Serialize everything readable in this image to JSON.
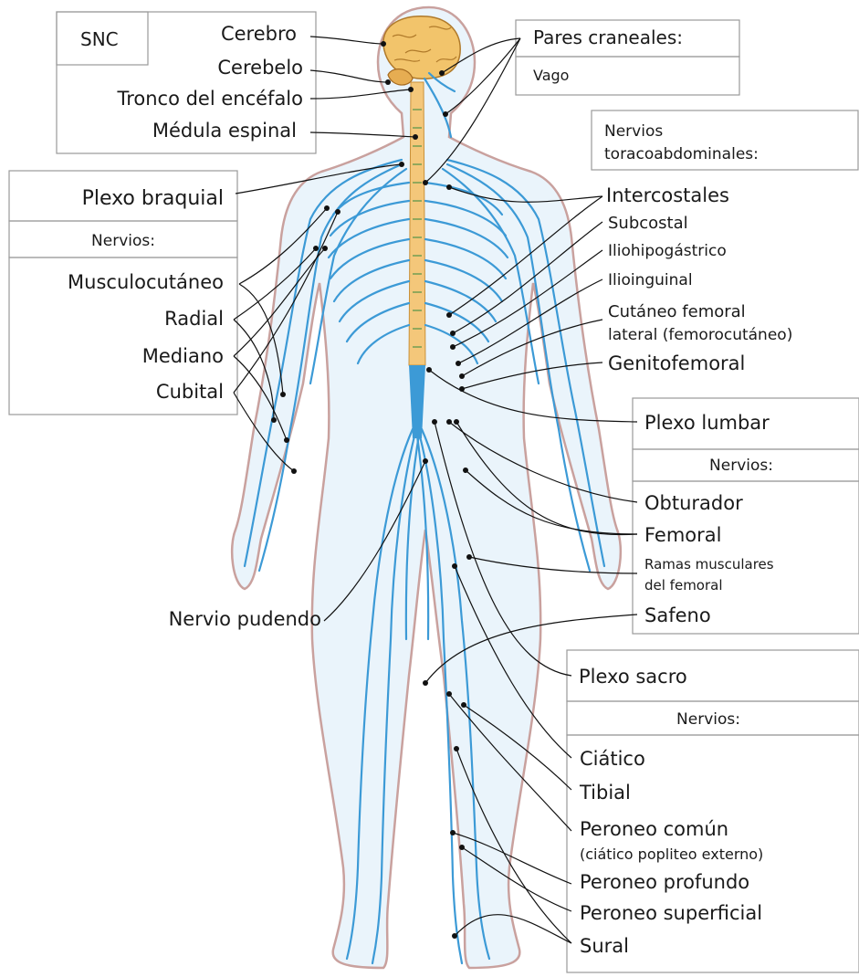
{
  "colors": {
    "nerve": "#3c9ad6",
    "nerve_light": "#7fc0e8",
    "skin_outline": "#c9a19e",
    "spinal_cord": "#f4c77a",
    "brain": "#f2c46b",
    "box_border": "#9a9a9a",
    "leader": "#111111"
  },
  "labels": {
    "snc": "SNC",
    "cerebro": "Cerebro",
    "cerebelo": "Cerebelo",
    "tronco": "Tronco del encéfalo",
    "medula": "Médula espinal",
    "plexo_braquial": "Plexo braquial",
    "nervios_brazo": "Nervios:",
    "musculocutaneo": "Musculocutáneo",
    "radial": "Radial",
    "mediano": "Mediano",
    "cubital": "Cubital",
    "nervio_pudendo": "Nervio pudendo",
    "pares_craneales": "Pares craneales:",
    "vago": "Vago",
    "nervios_toraco_1": "Nervios",
    "nervios_toraco_2": "toracoabdominales:",
    "intercostales": "Intercostales",
    "subcostal": "Subcostal",
    "iliohipogastrico": "Iliohipogástrico",
    "ilioinguinal": "Ilioinguinal",
    "cutaneo_femoral_1": "Cutáneo femoral",
    "cutaneo_femoral_2": "lateral (femorocutáneo)",
    "genitofemoral": "Genitofemoral",
    "plexo_lumbar": "Plexo lumbar",
    "nervios_lumbar": "Nervios:",
    "obturador": "Obturador",
    "femoral": "Femoral",
    "ramas_1": "Ramas musculares",
    "ramas_2": "del femoral",
    "safeno": "Safeno",
    "plexo_sacro": "Plexo sacro",
    "nervios_sacro": "Nervios:",
    "ciatico": "Ciático",
    "tibial": "Tibial",
    "peroneo_comun_1": "Peroneo común",
    "peroneo_comun_2": "(ciático popliteo externo)",
    "peroneo_profundo": "Peroneo profundo",
    "peroneo_superficial": "Peroneo superficial",
    "sural": "Sural"
  }
}
